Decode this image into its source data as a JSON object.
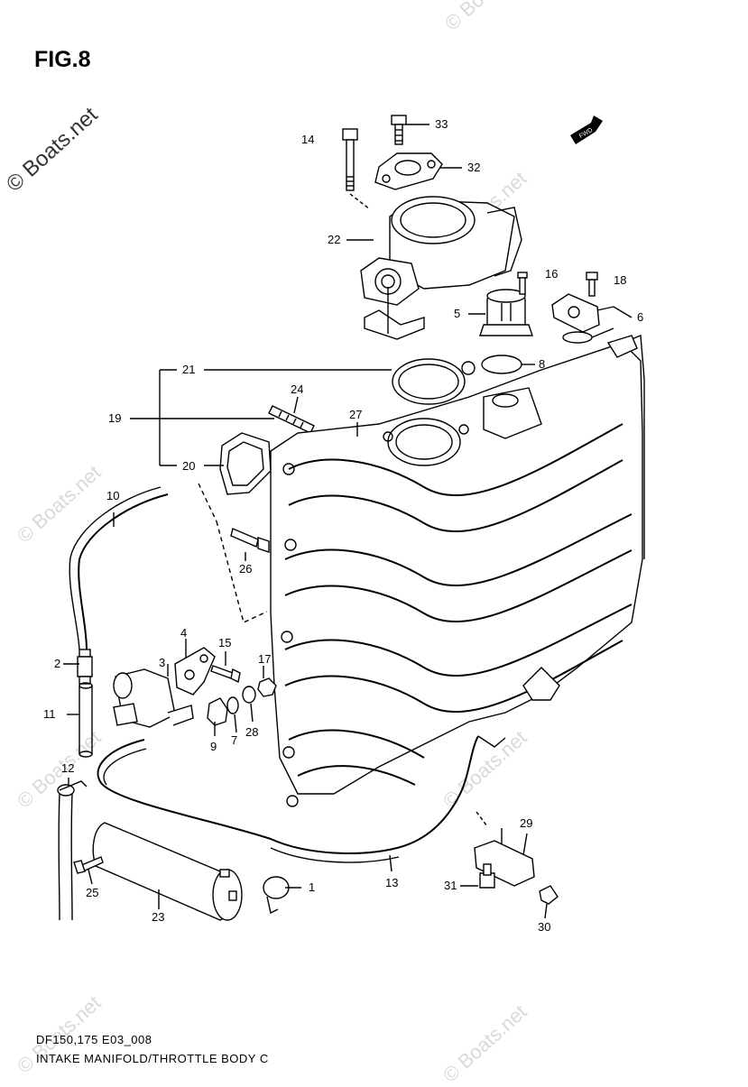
{
  "figure": {
    "title": "FIG.8"
  },
  "watermarks": {
    "main": "© Boats.net",
    "repeat": "© Boats.net"
  },
  "footer": {
    "code": "DF150,175 E03_008",
    "caption": "INTAKE MANIFOLD/THROTTLE BODY C"
  },
  "fwd_badge": "FWD",
  "callouts": [
    {
      "id": "c1",
      "label": "1"
    },
    {
      "id": "c2",
      "label": "2"
    },
    {
      "id": "c3",
      "label": "3"
    },
    {
      "id": "c4",
      "label": "4"
    },
    {
      "id": "c5",
      "label": "5"
    },
    {
      "id": "c6",
      "label": "6"
    },
    {
      "id": "c7",
      "label": "7"
    },
    {
      "id": "c8",
      "label": "8"
    },
    {
      "id": "c9",
      "label": "9"
    },
    {
      "id": "c10",
      "label": "10"
    },
    {
      "id": "c11",
      "label": "11"
    },
    {
      "id": "c12",
      "label": "12"
    },
    {
      "id": "c13",
      "label": "13"
    },
    {
      "id": "c14",
      "label": "14"
    },
    {
      "id": "c15",
      "label": "15"
    },
    {
      "id": "c16",
      "label": "16"
    },
    {
      "id": "c17",
      "label": "17"
    },
    {
      "id": "c18",
      "label": "18"
    },
    {
      "id": "c19",
      "label": "19"
    },
    {
      "id": "c20",
      "label": "20"
    },
    {
      "id": "c21",
      "label": "21"
    },
    {
      "id": "c22",
      "label": "22"
    },
    {
      "id": "c23",
      "label": "23"
    },
    {
      "id": "c24",
      "label": "24"
    },
    {
      "id": "c25",
      "label": "25"
    },
    {
      "id": "c26",
      "label": "26"
    },
    {
      "id": "c27",
      "label": "27"
    },
    {
      "id": "c28",
      "label": "28"
    },
    {
      "id": "c29",
      "label": "29"
    },
    {
      "id": "c30",
      "label": "30"
    },
    {
      "id": "c31",
      "label": "31"
    },
    {
      "id": "c32",
      "label": "32"
    },
    {
      "id": "c33",
      "label": "33"
    }
  ]
}
